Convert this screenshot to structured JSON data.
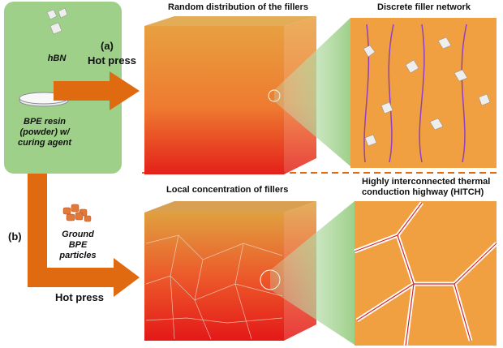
{
  "materials": {
    "hbn": "hBN",
    "resin": "BPE resin (powder) w/ curing agent",
    "ground": "Ground BPE particles"
  },
  "route_a": {
    "label": "(a)",
    "press": "Hot press",
    "cube_title": "Random distribution of the fillers",
    "network_title": "Discrete filler network"
  },
  "route_b": {
    "label": "(b)",
    "press": "Hot press",
    "cube_title": "Local concentration of fillers",
    "network_title": "Highly interconnected thermal conduction highway (HITCH)"
  },
  "colors": {
    "green": "#9ed08a",
    "arrow": "#e06a10",
    "orange": "#f0a040",
    "red": "#e8281c"
  }
}
